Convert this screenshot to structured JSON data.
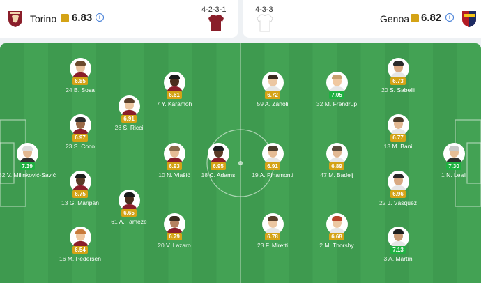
{
  "home": {
    "name": "Torino",
    "rating": "6.83",
    "formation": "4-2-3-1",
    "colors": {
      "primary": "#8a1e2a",
      "badge_color": "#d4a316"
    },
    "players": [
      {
        "num": "32",
        "name": "V. Milinković-Savić",
        "rating": "7.39",
        "color": "green"
      },
      {
        "num": "24",
        "name": "B. Sosa",
        "rating": "6.85",
        "color": "gold"
      },
      {
        "num": "23",
        "name": "S. Coco",
        "rating": "6.97",
        "color": "gold"
      },
      {
        "num": "13",
        "name": "G. Maripán",
        "rating": "6.75",
        "color": "gold"
      },
      {
        "num": "16",
        "name": "M. Pedersen",
        "rating": "6.54",
        "color": "gold"
      },
      {
        "num": "28",
        "name": "S. Ricci",
        "rating": "6.91",
        "color": "gold"
      },
      {
        "num": "61",
        "name": "A. Tameze",
        "rating": "6.65",
        "color": "gold"
      },
      {
        "num": "7",
        "name": "Y. Karamoh",
        "rating": "6.61",
        "color": "gold"
      },
      {
        "num": "10",
        "name": "N. Vlašić",
        "rating": "6.93",
        "color": "gold"
      },
      {
        "num": "20",
        "name": "V. Lazaro",
        "rating": "6.79",
        "color": "gold"
      },
      {
        "num": "18",
        "name": "C. Adams",
        "rating": "6.95",
        "color": "gold"
      }
    ]
  },
  "away": {
    "name": "Genoa",
    "rating": "6.82",
    "formation": "4-3-3",
    "colors": {
      "primary": "#ffffff",
      "badge_color": "#d4a316"
    },
    "players": [
      {
        "num": "59",
        "name": "A. Zanoli",
        "rating": "6.72",
        "color": "gold"
      },
      {
        "num": "19",
        "name": "A. Pinamonti",
        "rating": "6.91",
        "color": "gold"
      },
      {
        "num": "23",
        "name": "F. Miretti",
        "rating": "6.78",
        "color": "gold"
      },
      {
        "num": "32",
        "name": "M. Frendrup",
        "rating": "7.05",
        "color": "green"
      },
      {
        "num": "47",
        "name": "M. Badelj",
        "rating": "6.89",
        "color": "gold"
      },
      {
        "num": "2",
        "name": "M. Thorsby",
        "rating": "6.68",
        "color": "gold"
      },
      {
        "num": "20",
        "name": "S. Sabelli",
        "rating": "6.73",
        "color": "gold"
      },
      {
        "num": "13",
        "name": "M. Bani",
        "rating": "6.77",
        "color": "gold"
      },
      {
        "num": "22",
        "name": "J. Vásquez",
        "rating": "6.96",
        "color": "gold"
      },
      {
        "num": "3",
        "name": "A. Martín",
        "rating": "7.13",
        "color": "green"
      },
      {
        "num": "1",
        "name": "N. Leali",
        "rating": "7.30",
        "color": "green"
      }
    ]
  },
  "rating_colors": {
    "gold": "#d4a316",
    "green": "#1fb141"
  },
  "icons": {
    "info": "info-icon",
    "crest_home": "torino-crest-icon",
    "crest_away": "genoa-crest-icon"
  }
}
